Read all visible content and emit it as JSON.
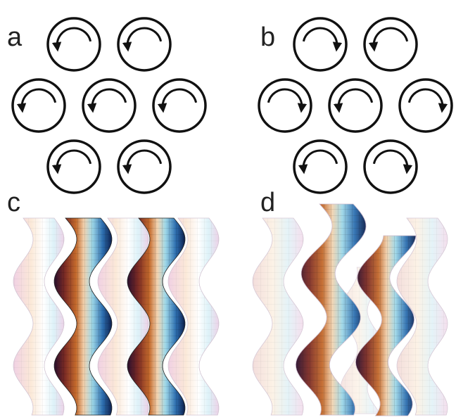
{
  "panels": [
    {
      "id": "a",
      "label": "a",
      "rotations": [
        "ccw",
        "ccw",
        "ccw",
        "ccw",
        "ccw",
        "ccw",
        "ccw"
      ]
    },
    {
      "id": "b",
      "label": "b",
      "rotations": [
        "cw",
        "ccw",
        "cw",
        "ccw",
        "cw",
        "ccw",
        "cw"
      ]
    },
    {
      "id": "c",
      "label": "c",
      "arrangement": "aligned"
    },
    {
      "id": "d",
      "label": "d",
      "arrangement": "twisted"
    }
  ],
  "colors": {
    "stroke": "#111111",
    "tube_dark": [
      "#3b1236",
      "#7a2a24",
      "#c46a2c",
      "#f2d3b0",
      "#9fd8e8",
      "#2d6fb0",
      "#0c1f4d"
    ],
    "tube_faded": [
      "#f3d9e6",
      "#fbe8d5",
      "#e0f2f8",
      "#f5d6ea"
    ]
  }
}
